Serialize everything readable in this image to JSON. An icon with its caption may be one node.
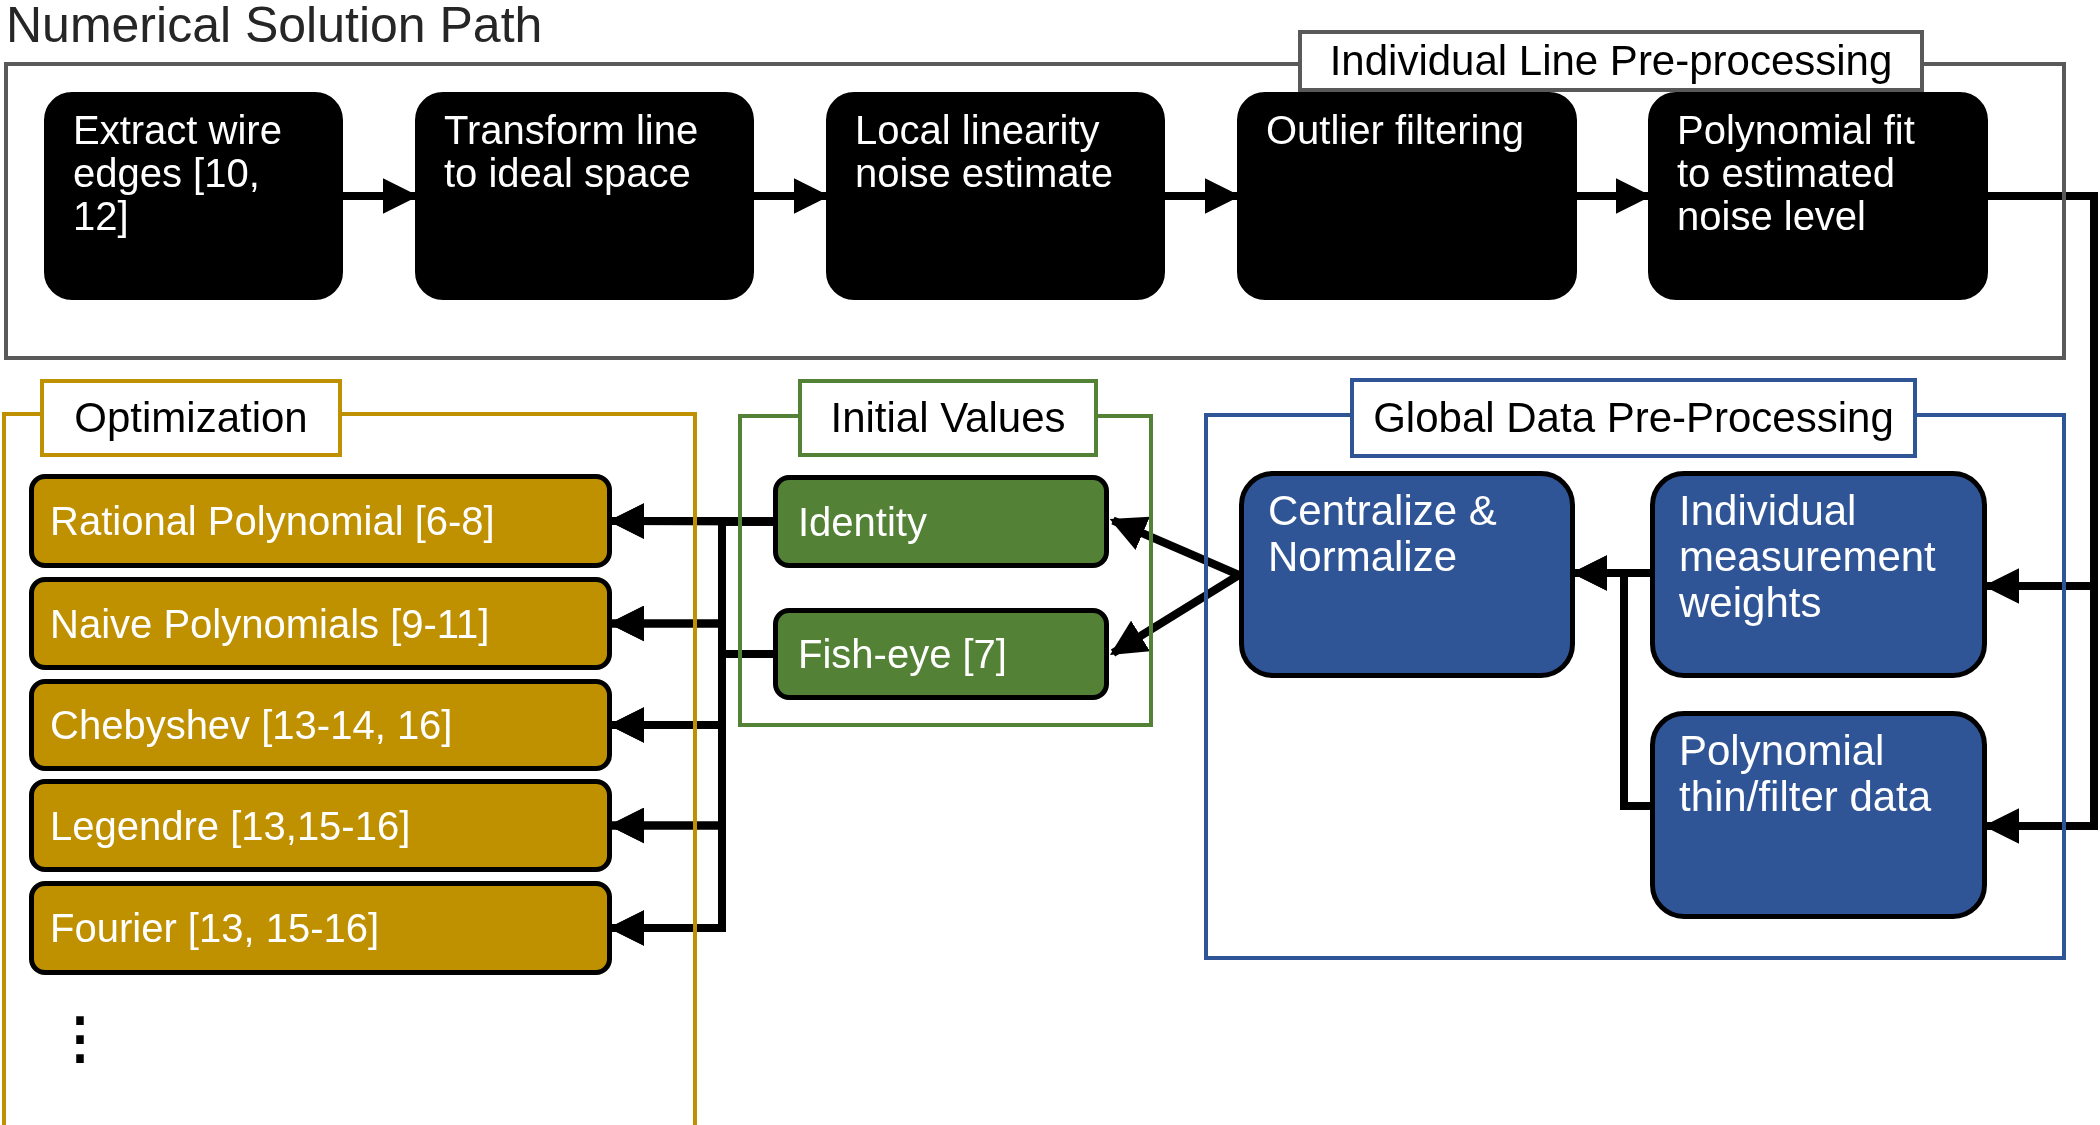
{
  "diagram": {
    "title": "Numerical Solution Path",
    "nodes": [
      {
        "text": [
          "Individual Line Pre-processing"
        ]
      },
      {
        "text": [
          "Extract wire edges [10, 12]"
        ],
        "in": 0
      },
      {
        "text": [
          "Transform line to ideal space"
        ],
        "in": 0
      },
      {
        "text": [
          "Local linearity noise estimate"
        ],
        "in": 0
      },
      {
        "text": [
          "Outlier filtering"
        ],
        "in": 0
      },
      {
        "text": [
          "Polynomial fit to estimated noise level"
        ],
        "in": 0
      },
      {
        "text": [
          "Optimization"
        ]
      },
      {
        "text": [
          "Rational Polynomial [6-8]"
        ],
        "in": 6
      },
      {
        "text": [
          "Naive Polynomials [9-11]"
        ],
        "in": 6
      },
      {
        "text": [
          "Chebyshev [13-14, 16]"
        ],
        "in": 6
      },
      {
        "text": [
          "Legendre [13,15-16]"
        ],
        "in": 6
      },
      {
        "text": [
          "Fourier [13, 15-16]"
        ],
        "in": 6
      },
      {
        "text": [
          "Initial Values"
        ]
      },
      {
        "text": [
          "Identity"
        ],
        "in": 12
      },
      {
        "text": [
          "Fish-eye [7]"
        ],
        "in": 12
      },
      {
        "text": [
          "Global Data Pre-Processing"
        ]
      },
      {
        "text": [
          "Centralize & Normalize"
        ],
        "in": 15
      },
      {
        "text": [
          "Individual measurement weights"
        ],
        "in": 15
      },
      {
        "text": [
          "Polynomial thin/filter data"
        ],
        "in": 15
      }
    ],
    "edges": [
      {
        "from": 1,
        "to": 2,
        "arrow": "to"
      },
      {
        "from": 2,
        "to": 3,
        "arrow": "to"
      },
      {
        "from": 3,
        "to": 4,
        "arrow": "to"
      },
      {
        "from": 4,
        "to": 5,
        "arrow": "to"
      },
      {
        "from": 5,
        "to": 17,
        "arrow": "to"
      },
      {
        "from": 5,
        "to": 18,
        "arrow": "to"
      },
      {
        "from": 17,
        "to": 16,
        "arrow": "to"
      },
      {
        "from": 18,
        "to": 16,
        "arrow": "to"
      },
      {
        "from": 16,
        "to": 13,
        "arrow": "to"
      },
      {
        "from": 16,
        "to": 14,
        "arrow": "to"
      },
      {
        "from": 13,
        "to": 7,
        "arrow": "to"
      },
      {
        "from": 13,
        "to": 8,
        "arrow": "to"
      },
      {
        "from": 13,
        "to": 9,
        "arrow": "to"
      },
      {
        "from": 13,
        "to": 10,
        "arrow": "to"
      },
      {
        "from": 13,
        "to": 11,
        "arrow": "to"
      },
      {
        "from": 14,
        "to": 7,
        "arrow": "to"
      },
      {
        "from": 14,
        "to": 8,
        "arrow": "to"
      },
      {
        "from": 14,
        "to": 9,
        "arrow": "to"
      },
      {
        "from": 14,
        "to": 10,
        "arrow": "to"
      },
      {
        "from": 14,
        "to": 11,
        "arrow": "to"
      }
    ],
    "labels": [
      "⋮"
    ]
  }
}
